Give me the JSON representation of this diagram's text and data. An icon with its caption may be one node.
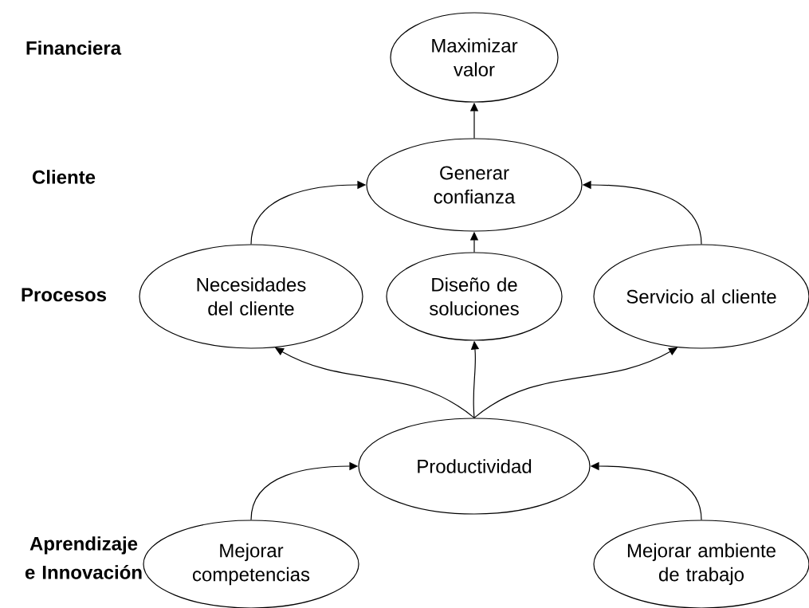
{
  "diagram": {
    "nodes": [
      {
        "text": [
          "Maximizar valor"
        ]
      },
      {
        "text": [
          "Generar confianza"
        ]
      },
      {
        "text": [
          "Necesidades del cliente"
        ]
      },
      {
        "text": [
          "Diseño de soluciones"
        ]
      },
      {
        "text": [
          "Servicio al cliente"
        ]
      },
      {
        "text": [
          "Productividad"
        ]
      },
      {
        "text": [
          "Mejorar competencias"
        ]
      },
      {
        "text": [
          "Mejorar ambiente de trabajo"
        ]
      }
    ],
    "edges": [
      {
        "from": 1,
        "to": 0,
        "arrow": "to"
      },
      {
        "from": 2,
        "to": 1,
        "arrow": "to"
      },
      {
        "from": 3,
        "to": 1,
        "arrow": "to"
      },
      {
        "from": 4,
        "to": 1,
        "arrow": "to"
      },
      {
        "from": 5,
        "to": 2,
        "arrow": "to"
      },
      {
        "from": 5,
        "to": 3,
        "arrow": "to"
      },
      {
        "from": 5,
        "to": 4,
        "arrow": "to"
      },
      {
        "from": 6,
        "to": 5,
        "arrow": "to"
      },
      {
        "from": 7,
        "to": 5,
        "arrow": "to"
      }
    ],
    "labels": [
      "Financiera",
      "Cliente",
      "Procesos",
      "Aprendizaje e Innovación"
    ]
  }
}
